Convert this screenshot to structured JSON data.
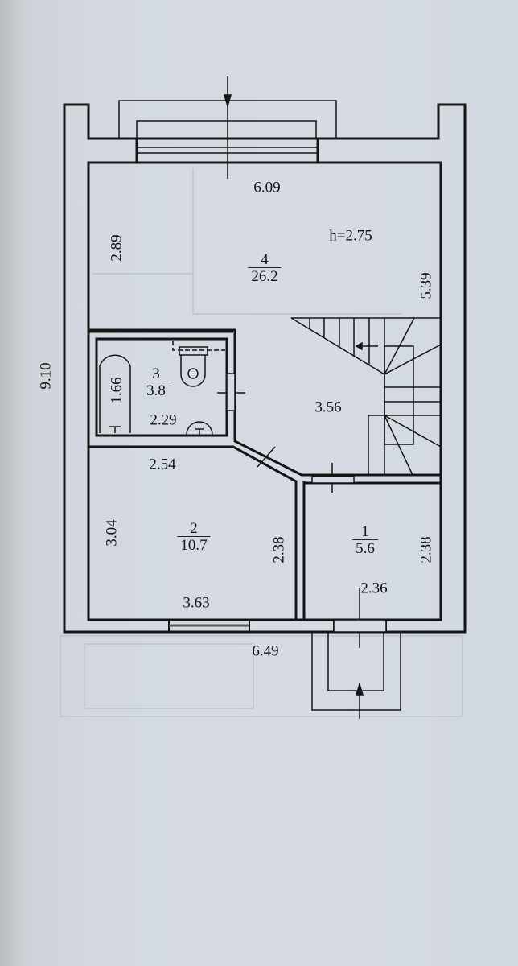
{
  "plan": {
    "overall_height": "9.10",
    "top_width": "6.09",
    "bottom_width": "6.49",
    "ceiling_height": "h=2.75",
    "rooms": [
      {
        "id": "4",
        "area": "26.2",
        "dims": [
          "6.09",
          "2.89",
          "5.39",
          "3.56"
        ]
      },
      {
        "id": "3",
        "area": "3.8",
        "dims": [
          "1.66",
          "2.29"
        ]
      },
      {
        "id": "2",
        "area": "10.7",
        "dims": [
          "2.54",
          "3.04",
          "2.38",
          "3.63"
        ]
      },
      {
        "id": "1",
        "area": "5.6",
        "dims": [
          "2.38",
          "2.36"
        ]
      }
    ]
  },
  "colors": {
    "background": "#d6dbe3",
    "lines": "#141414",
    "ghost": "#c4cad2"
  }
}
